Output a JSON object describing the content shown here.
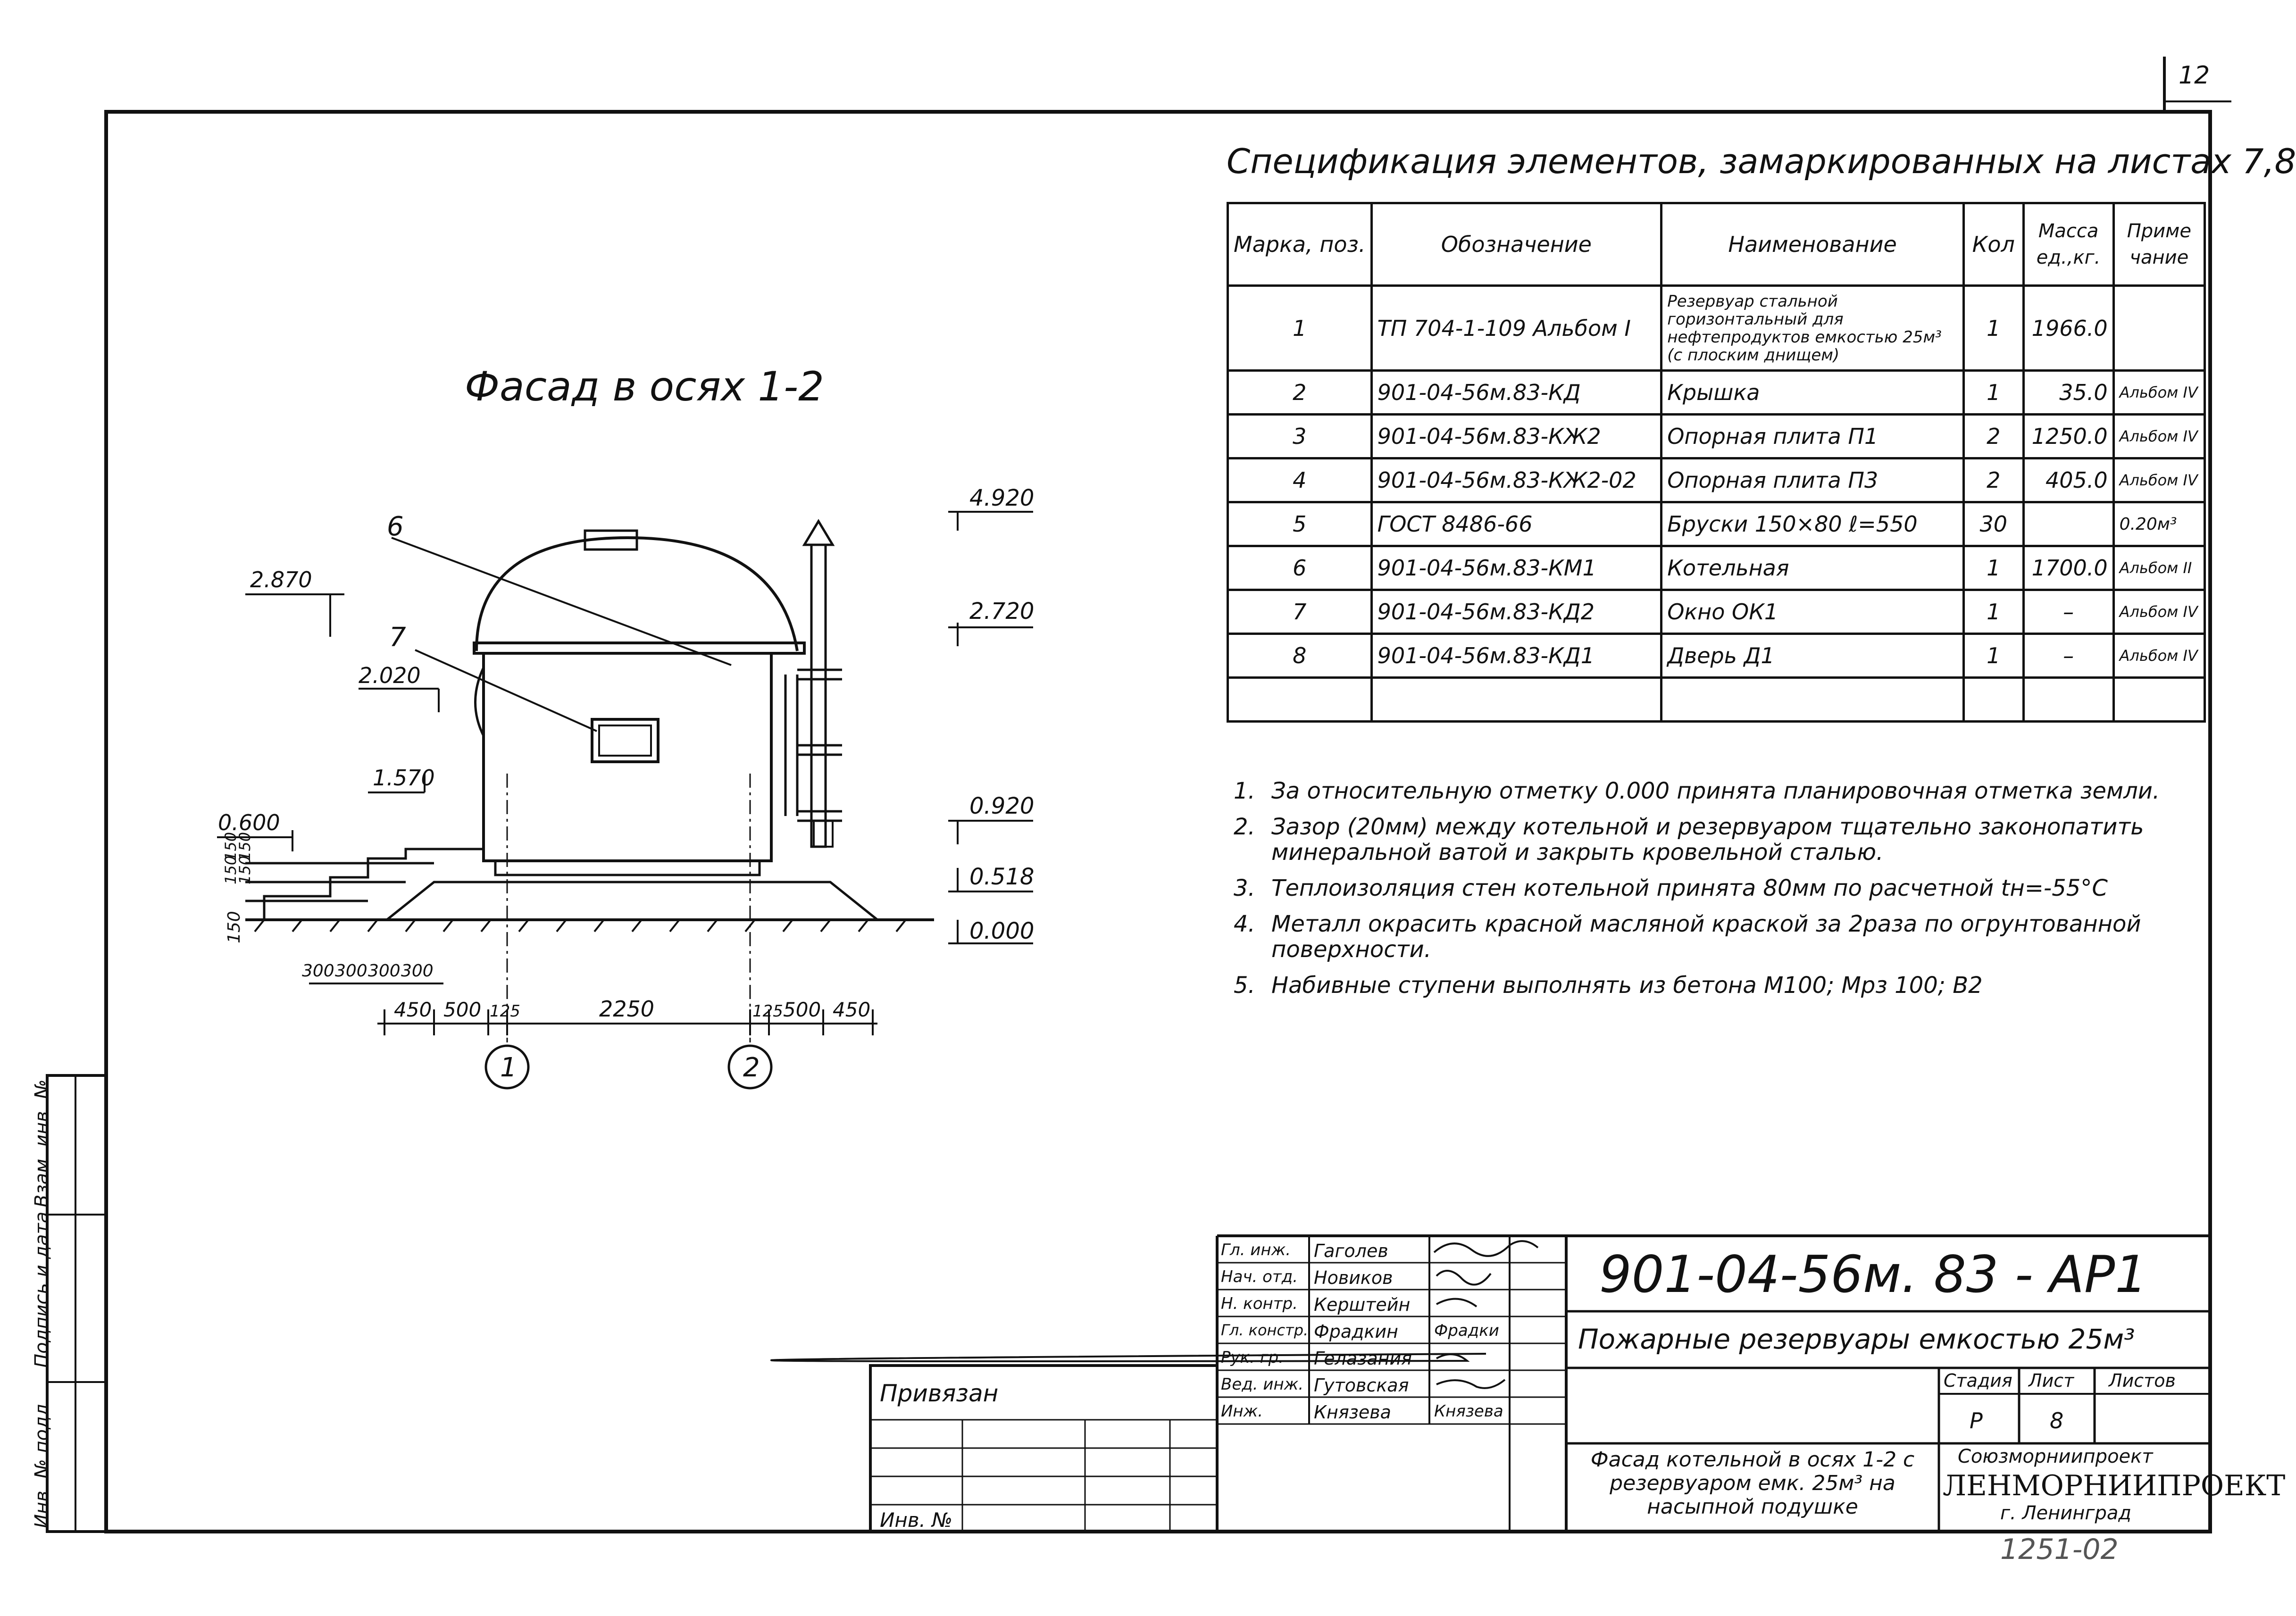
{
  "sheet_corner_number": "12",
  "spec": {
    "title": "Спецификация элементов, замаркированных на листах 7,8",
    "headers": [
      "Марка, поз.",
      "Обозначение",
      "Наименование",
      "Кол",
      "Масса ед.,кг.",
      "Приме чание"
    ],
    "rows": [
      {
        "pos": "1",
        "code": "ТП 704-1-109   Альбом I",
        "name": "Резервуар стальной горизонтальный для нефтепродуктов емкостью 25м³ (с плоским днищем)",
        "qty": "1",
        "mass": "1966.0",
        "note": ""
      },
      {
        "pos": "2",
        "code": "901-04-56м.83-КД",
        "name": "Крышка",
        "qty": "1",
        "mass": "35.0",
        "note": "Альбом IV"
      },
      {
        "pos": "3",
        "code": "901-04-56м.83-КЖ2",
        "name": "Опорная плита П1",
        "qty": "2",
        "mass": "1250.0",
        "note": "Альбом IV"
      },
      {
        "pos": "4",
        "code": "901-04-56м.83-КЖ2-02",
        "name": "Опорная плита П3",
        "qty": "2",
        "mass": "405.0",
        "note": "Альбом IV"
      },
      {
        "pos": "5",
        "code": "ГОСТ 8486-66",
        "name": "Бруски 150×80 ℓ=550",
        "qty": "30",
        "mass": "",
        "note": "0.20м³"
      },
      {
        "pos": "6",
        "code": "901-04-56м.83-КМ1",
        "name": "Котельная",
        "qty": "1",
        "mass": "1700.0",
        "note": "Альбом II"
      },
      {
        "pos": "7",
        "code": "901-04-56м.83-КД2",
        "name": "Окно ОК1",
        "qty": "1",
        "mass": "–",
        "note": "Альбом IV"
      },
      {
        "pos": "8",
        "code": "901-04-56м.83-КД1",
        "name": "Дверь Д1",
        "qty": "1",
        "mass": "–",
        "note": "Альбом IV"
      }
    ]
  },
  "notes": [
    {
      "num": "1.",
      "text": "За относительную отметку 0.000 принята планировочная отметка земли."
    },
    {
      "num": "2.",
      "text": "Зазор (20мм) между котельной и резервуаром тщательно законопатить минеральной ватой и закрыть кровельной сталью."
    },
    {
      "num": "3.",
      "text": "Теплоизоляция стен котельной принята 80мм по расчетной tн=-55°С"
    },
    {
      "num": "4.",
      "text": "Металл окрасить красной масляной краской за 2раза по огрунтованной поверхности."
    },
    {
      "num": "5.",
      "text": "Набивные ступени выполнять из бетона М100; Мрз 100; В2"
    }
  ],
  "drawing": {
    "title": "Фасад в осях 1-2",
    "callouts": [
      "6",
      "7"
    ],
    "axes": [
      "1",
      "2"
    ],
    "levels_right": [
      "4.920",
      "2.720",
      "0.920",
      "0.518",
      "0.000"
    ],
    "levels_left": [
      "2.870",
      "2.020",
      "1.570",
      "0.600"
    ],
    "steps_vertical": [
      "150",
      "150",
      "150",
      "150"
    ],
    "steps_left_text": "150",
    "dims_top": [
      "300",
      "300",
      "300",
      "300"
    ],
    "dims_bottom": [
      "450",
      "500",
      "125",
      "2250",
      "125",
      "500",
      "450"
    ]
  },
  "side_stamp": {
    "inv_podl": "Инв. № подл.",
    "podpis": "Подпись и дата",
    "vzam": "Взам. инв. №"
  },
  "title_block": {
    "roles": [
      "Гл. инж.",
      "Нач. отд.",
      "Н. контр.",
      "Гл. констр.",
      "Рук. гр.",
      "Вед. инж.",
      "Инж."
    ],
    "names": [
      "Гаголев",
      "Новиков",
      "Керштейн",
      "Фрадкин",
      "Гелазания",
      "Гутовская",
      "Князева"
    ],
    "signatures": [
      "",
      "",
      "",
      "Фрадки",
      "",
      "",
      "Князева"
    ],
    "document_code": "901-04-56м. 83 - АР1",
    "project_title": "Пожарные резервуары емкостью 25м³",
    "stage_label": "Стадия",
    "sheet_label": "Лист",
    "sheets_label": "Листов",
    "stage_value": "Р",
    "sheet_value": "8",
    "sheets_value": "",
    "sheet_desc": "Фасад котельной в осях 1-2 с резервуаром емк. 25м³ на насыпной подушке",
    "org_top": "Союзморниипроект",
    "org_main": "ЛЕНМОРНИИПРОЕКТ",
    "org_city": "г. Ленинград",
    "privyazan": "Привязан",
    "inv_no": "Инв. №",
    "bottom_number": "1251-02"
  }
}
